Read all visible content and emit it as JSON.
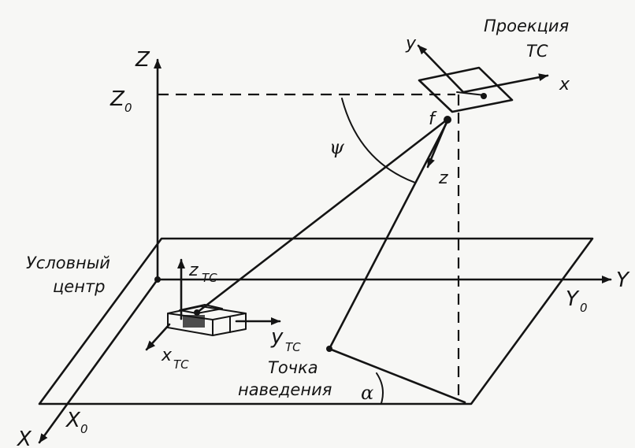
{
  "labels": {
    "z_axis": "Z",
    "z0": "Z",
    "z0_sub": "0",
    "y_axis": "Y",
    "y0": "Y",
    "y0_sub": "0",
    "x_axis": "X",
    "x0": "X",
    "x0_sub": "0",
    "proj_line1": "Проекция",
    "proj_line2": "ТС",
    "cam_y": "y",
    "cam_x": "x",
    "cam_z": "z",
    "focal": "f",
    "psi": "ψ",
    "alpha": "α",
    "center_line1": "Условный",
    "center_line2": "центр",
    "ztc": "z",
    "ytc": "y",
    "xtc": "x",
    "tc_sub": "ТС",
    "aim_line1": "Точка",
    "aim_line2": "наведения"
  },
  "colors": {
    "ink": "#141414",
    "paper": "#f7f7f5"
  }
}
